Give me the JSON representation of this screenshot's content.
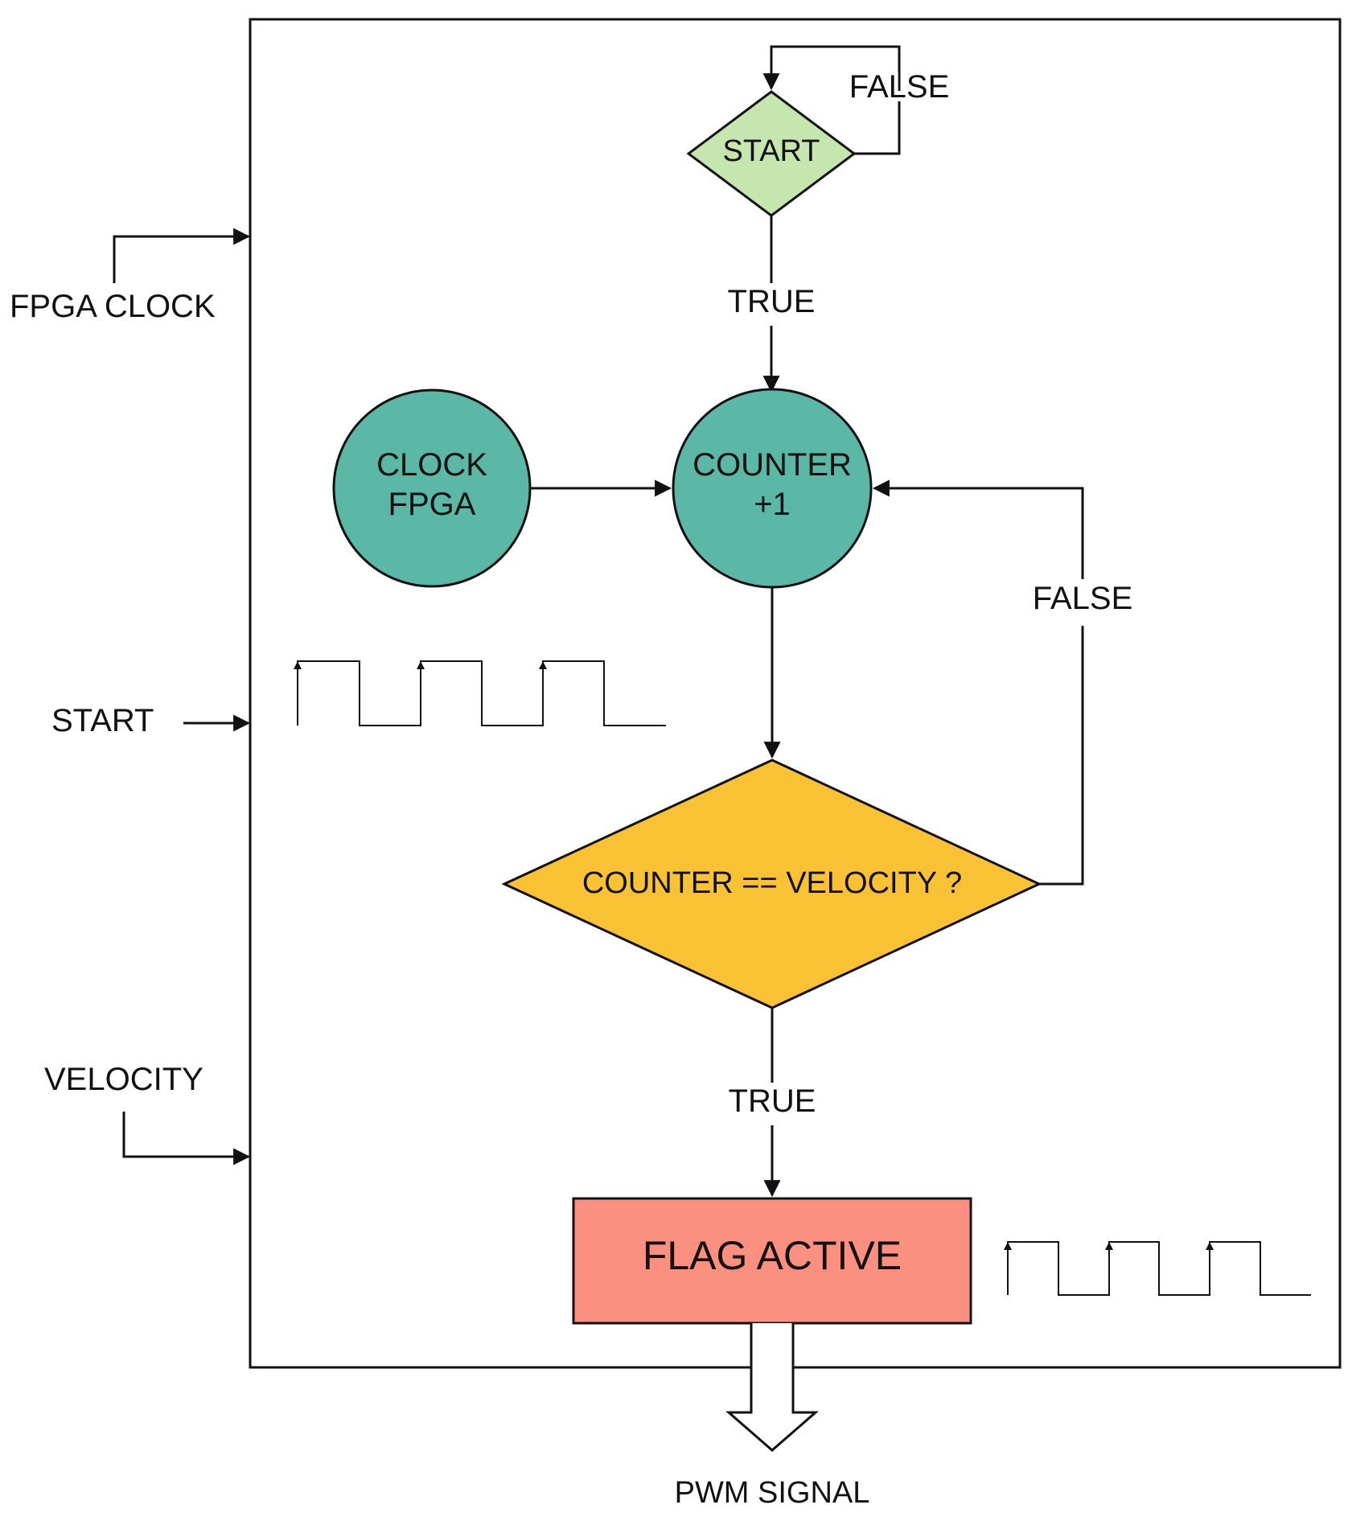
{
  "inputs": {
    "fpga_clock": "FPGA CLOCK",
    "start": "START",
    "velocity": "VELOCITY"
  },
  "nodes": {
    "start_decision": "START",
    "clock_line1": "CLOCK",
    "clock_line2": "FPGA",
    "counter_line1": "COUNTER",
    "counter_line2": "+1",
    "compare_decision": "COUNTER == VELOCITY ?",
    "flag": "FLAG ACTIVE"
  },
  "edges": {
    "start_false": "FALSE",
    "start_true": "TRUE",
    "compare_false": "FALSE",
    "compare_true": "TRUE"
  },
  "output": {
    "pwm": "PWM SIGNAL"
  },
  "colors": {
    "start_decision": "#c6e6b0",
    "circles": "#5bb8a6",
    "compare_decision": "#f9c234",
    "flag": "#fb9080",
    "stroke": "#111111"
  }
}
